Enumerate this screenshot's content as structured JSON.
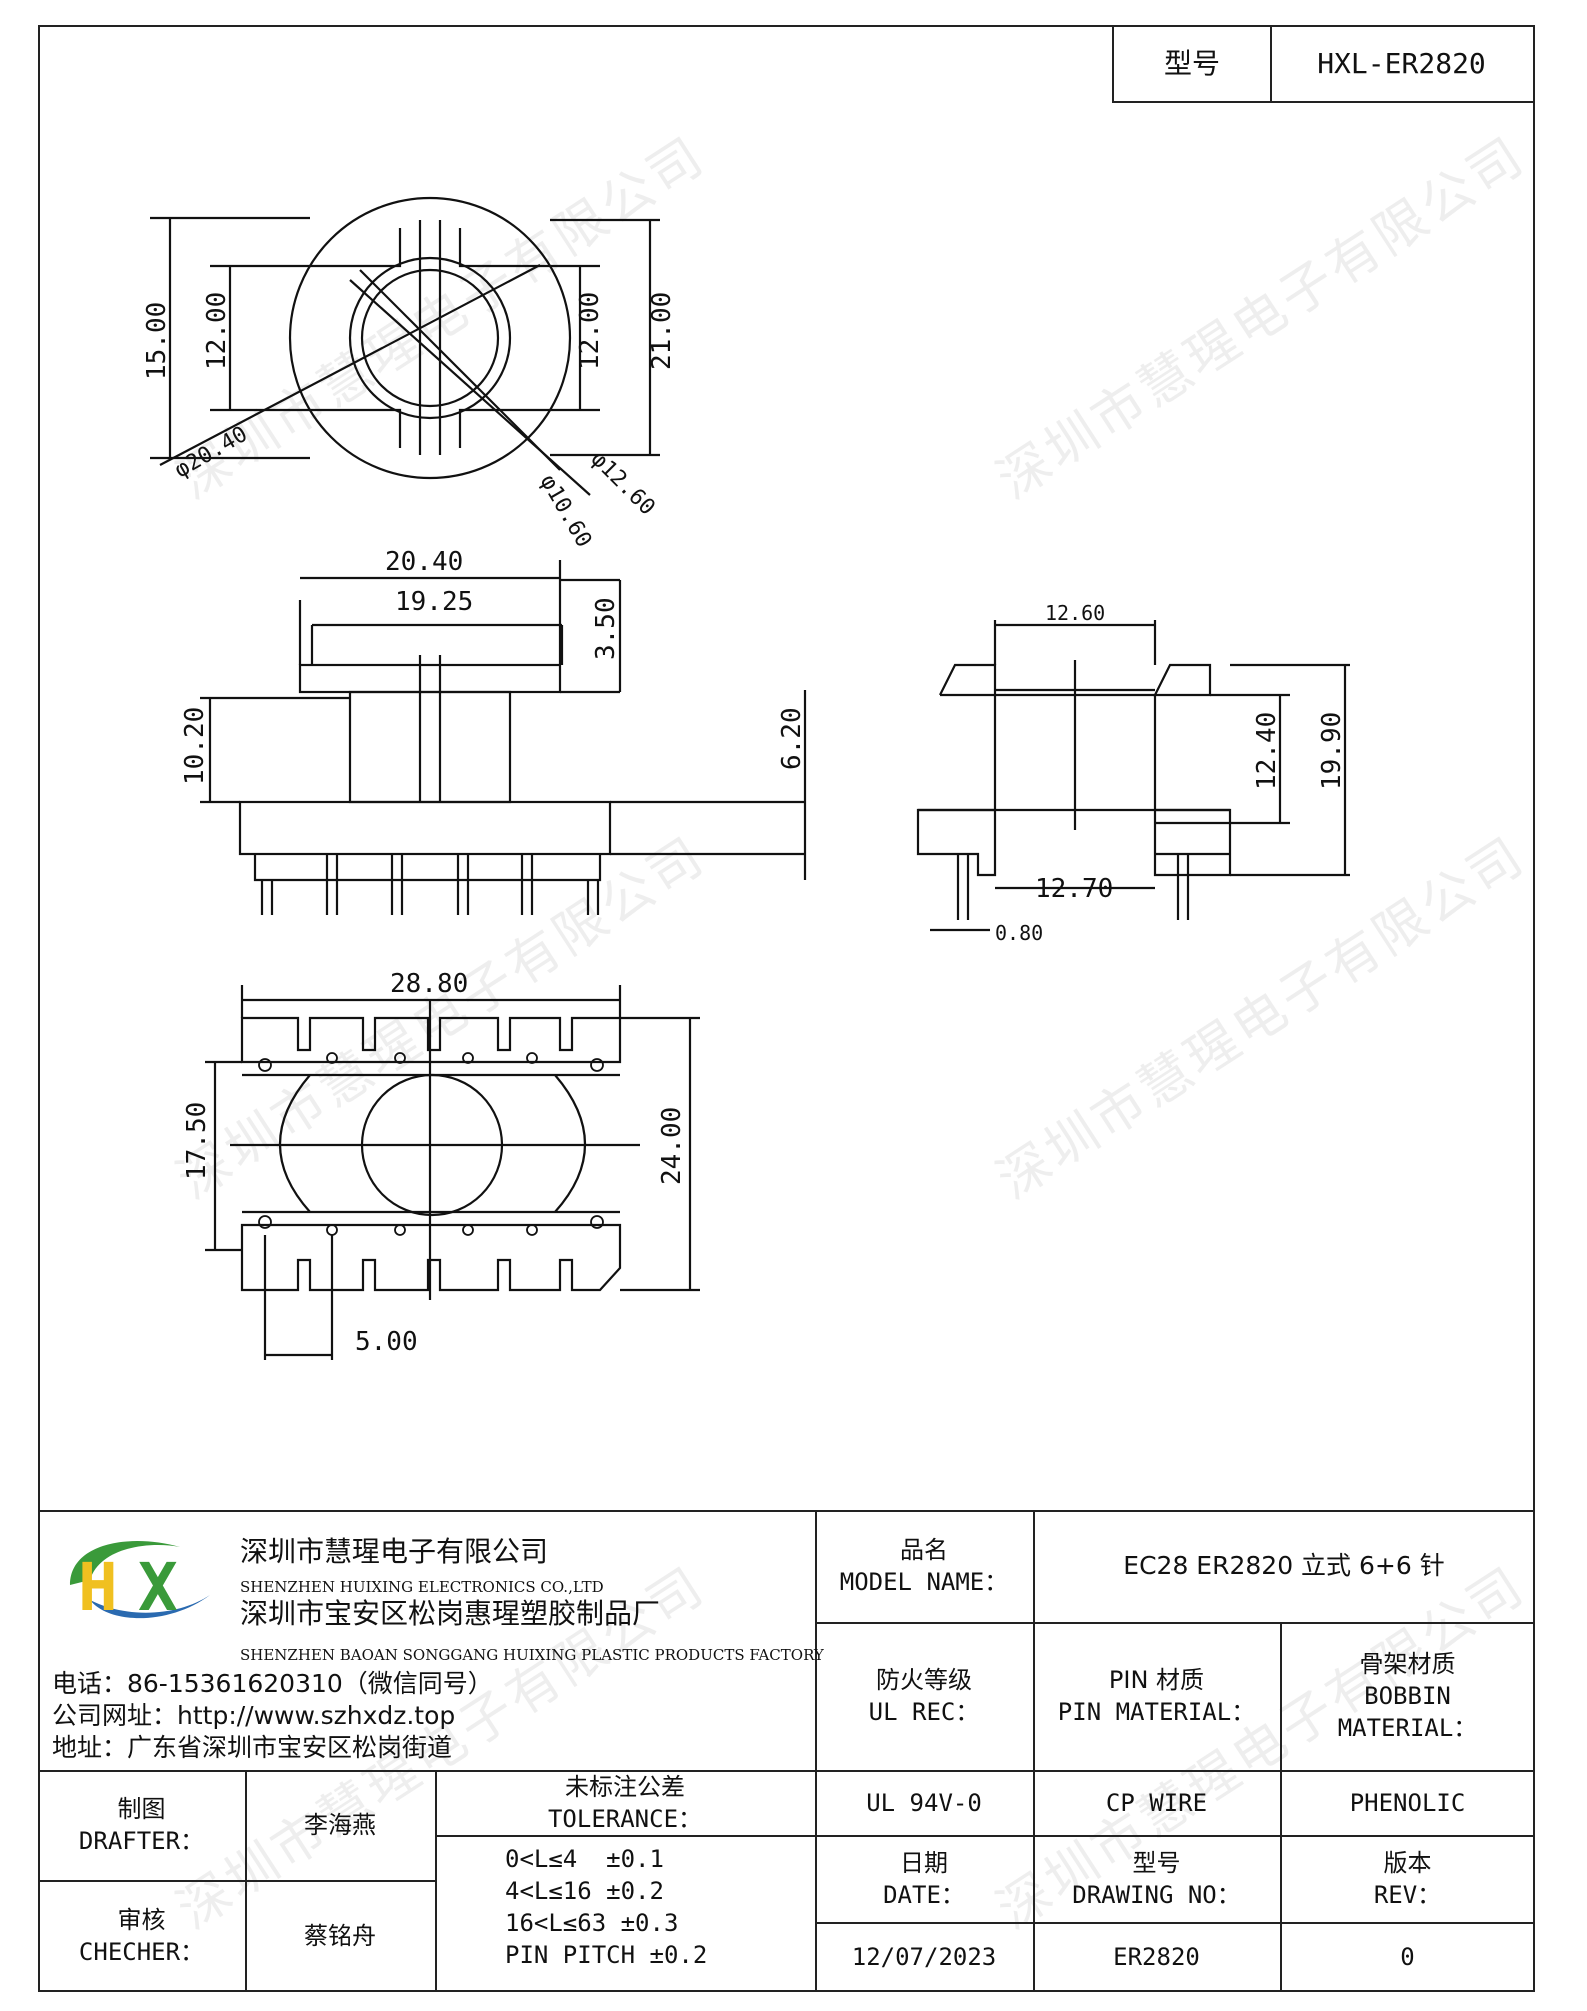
{
  "header": {
    "model_label": "型号",
    "model_value": "HXL-ER2820"
  },
  "watermark": "深圳市慧瑆电子有限公司",
  "dims": {
    "A": "15.00",
    "B": "12.00",
    "C": "φ20.40",
    "D": "12.00",
    "E": "21.00",
    "F": "φ12.60",
    "G": "φ10.60",
    "H": "20.40",
    "I": "19.25",
    "J": "3.50",
    "K": "10.20",
    "L": "6.20",
    "M": "28.80",
    "N": "17.50",
    "O": "24.00",
    "P": "5.00",
    "side_top": "12.60",
    "Q": "12.70",
    "R": "19.90",
    "S": "12.40",
    "pin": "0.80"
  },
  "company": {
    "name_cn": "深圳市慧瑆电子有限公司",
    "name_en": "SHENZHEN HUIXING ELECTRONICS CO.,LTD",
    "factory_cn": "深圳市宝安区松岗惠瑆塑胶制品厂",
    "factory_en": "SHENZHEN BAOAN SONGGANG HUIXING PLASTIC PRODUCTS FACTORY",
    "phone": "电话：86-15361620310（微信同号）",
    "website": "公司网址：http://www.szhxdz.top",
    "address": "地址：广东省深圳市宝安区松岗街道",
    "logo_text": "HX",
    "colors": {
      "green": "#3a9a3a",
      "yellow": "#f0c020",
      "blue": "#2a6ab0"
    }
  },
  "model_name": {
    "label_cn": "品名",
    "label_en": "MODEL NAME：",
    "value": "EC28 ER2820 立式 6+6 针"
  },
  "ul": {
    "label_cn": "防火等级",
    "label_en": "UL REC：",
    "value": "UL 94V-0"
  },
  "pin_material": {
    "label_cn": "PIN 材质",
    "label_en": "PIN MATERIAL：",
    "value": "CP WIRE"
  },
  "bobbin_material": {
    "label_cn": "骨架材质",
    "label_en1": "BOBBIN",
    "label_en2": "MATERIAL：",
    "value": "PHENOLIC"
  },
  "drafter": {
    "label_cn": "制图",
    "label_en": "DRAFTER：",
    "value": "李海燕"
  },
  "checker": {
    "label_cn": "审核",
    "label_en": "CHECHER：",
    "value": "蔡铭舟"
  },
  "tolerance": {
    "label_cn": "未标注公差",
    "label_en": "TOLERANCE：",
    "rows": [
      "0<L≤4  ±0.1",
      "4<L≤16 ±0.2",
      "16<L≤63 ±0.3",
      "PIN PITCH ±0.2"
    ]
  },
  "date": {
    "label_cn": "日期",
    "label_en": "DATE：",
    "value": "12/07/2023"
  },
  "drawing_no": {
    "label_cn": "型号",
    "label_en": "DRAWING NO：",
    "value": "ER2820"
  },
  "rev": {
    "label_cn": "版本",
    "label_en": "REV：",
    "value": "0"
  }
}
